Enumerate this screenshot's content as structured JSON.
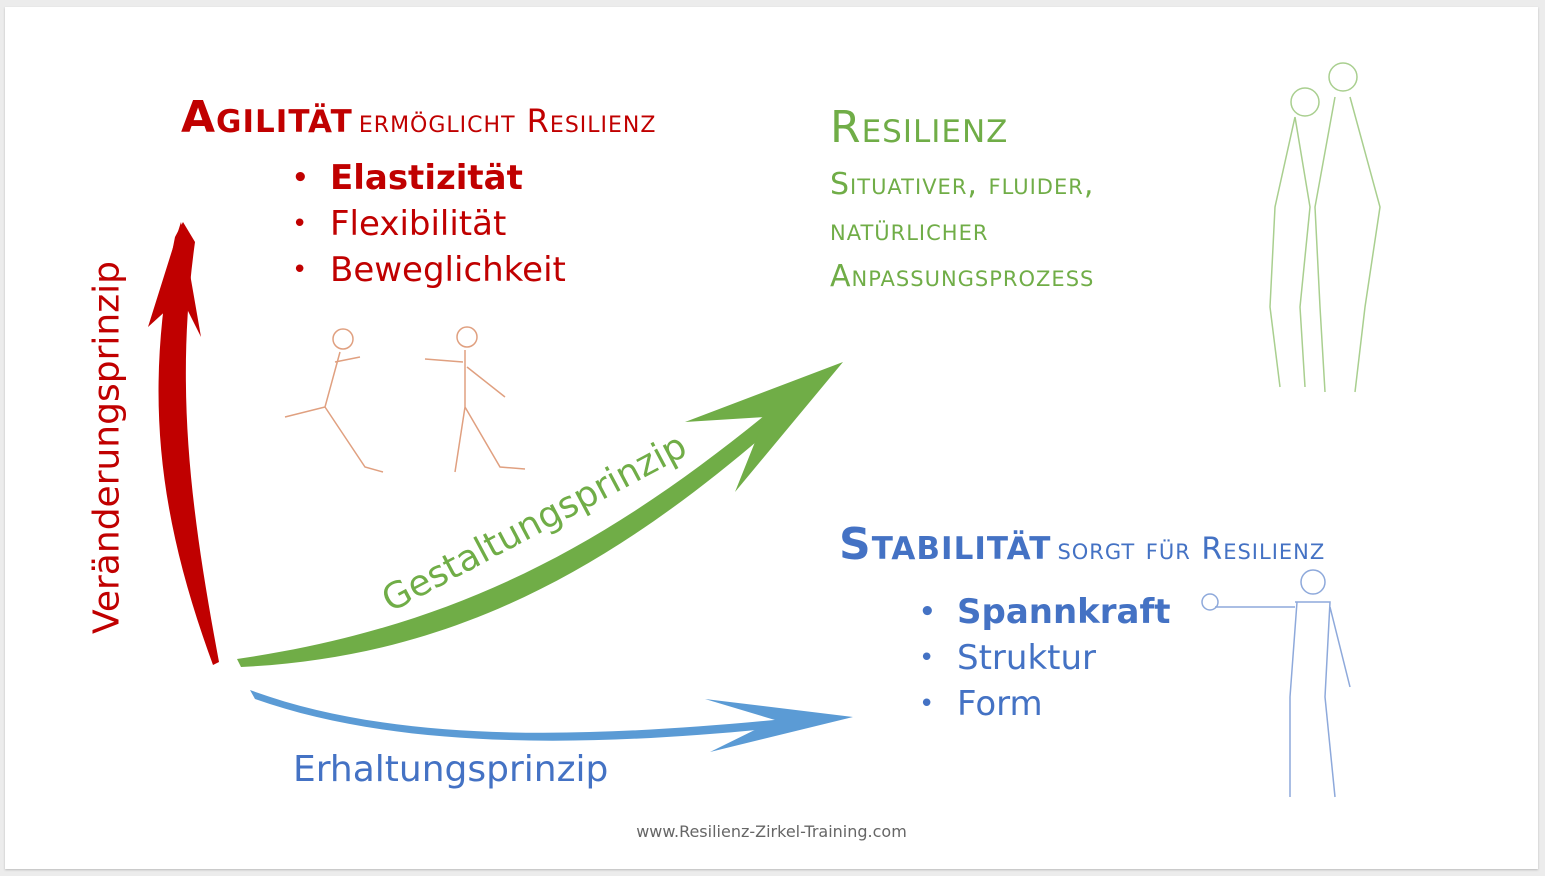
{
  "agility": {
    "title_main": "Agilität",
    "title_rest": "ermöglicht Resilienz",
    "items": [
      "Elastizität",
      "Flexibilität",
      "Beweglichkeit"
    ]
  },
  "resilience": {
    "title": "Resilienz",
    "lines": [
      "Situativer, fluider,",
      "natürlicher",
      "Anpassungsprozess"
    ]
  },
  "stability": {
    "title_main": "Stabilität",
    "title_rest": "sorgt für Resilienz",
    "items": [
      "Spannkraft",
      "Struktur",
      "Form"
    ]
  },
  "arrows": {
    "change": "Veränderungsprinzip",
    "design": "Gestaltungsprinzip",
    "preserve": "Erhaltungsprinzip"
  },
  "footer": "www.Resilienz-Zirkel-Training.com",
  "colors": {
    "red": "#c00000",
    "green": "#70ad47",
    "blue": "#4472c4",
    "arrow_blue": "#5b9bd5"
  }
}
